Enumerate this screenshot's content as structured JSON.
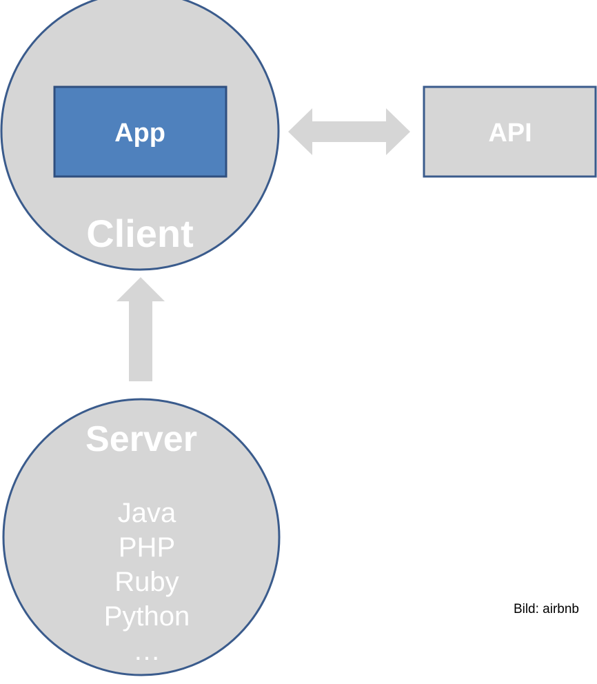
{
  "diagram": {
    "client": {
      "label": "Client"
    },
    "app": {
      "label": "App"
    },
    "api": {
      "label": "API"
    },
    "server": {
      "label": "Server",
      "languages": [
        "Java",
        "PHP",
        "Ruby",
        "Python",
        "…"
      ]
    },
    "credit": "Bild: airbnb"
  },
  "colors": {
    "circle_fill": "#d6d6d6",
    "outline": "#3a5b8c",
    "app_fill": "#4f81bd",
    "arrow_fill": "#d6d6d6",
    "label_text": "#ffffff"
  }
}
